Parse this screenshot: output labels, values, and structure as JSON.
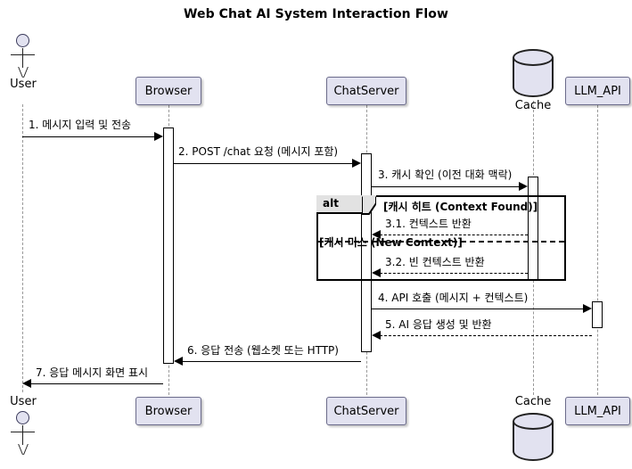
{
  "diagram": {
    "type": "sequence-diagram",
    "title": "Web Chat AI System Interaction Flow",
    "colors": {
      "participant_fill": "#E2E2F0",
      "participant_border": "#6A6A8A",
      "frame_border": "#000000",
      "alt_tab_fill": "#E2E2E2",
      "lifeline": "#999999",
      "background": "#FFFFFF"
    }
  },
  "participants": [
    {
      "id": "user",
      "label": "User",
      "shape": "actor"
    },
    {
      "id": "browser",
      "label": "Browser",
      "shape": "box"
    },
    {
      "id": "chatserver",
      "label": "ChatServer",
      "shape": "box"
    },
    {
      "id": "cache",
      "label": "Cache",
      "shape": "database"
    },
    {
      "id": "llm_api",
      "label": "LLM_API",
      "shape": "box"
    }
  ],
  "messages": [
    {
      "n": "1",
      "label": "1. 메시지 입력 및 전송",
      "from": "user",
      "to": "browser",
      "style": "solid"
    },
    {
      "n": "2",
      "label": "2. POST /chat 요청 (메시지 포함)",
      "from": "browser",
      "to": "chatserver",
      "style": "solid"
    },
    {
      "n": "3",
      "label": "3. 캐시 확인 (이전 대화 맥락)",
      "from": "chatserver",
      "to": "cache",
      "style": "solid"
    },
    {
      "n": "3.1",
      "label": "3.1. 컨텍스트 반환",
      "from": "cache",
      "to": "chatserver",
      "style": "dotted"
    },
    {
      "n": "3.2",
      "label": "3.2. 빈 컨텍스트 반환",
      "from": "cache",
      "to": "chatserver",
      "style": "dotted"
    },
    {
      "n": "4",
      "label": "4. API 호출 (메시지 + 컨텍스트)",
      "from": "chatserver",
      "to": "llm_api",
      "style": "solid"
    },
    {
      "n": "5",
      "label": "5. AI 응답 생성 및 반환",
      "from": "llm_api",
      "to": "chatserver",
      "style": "dotted"
    },
    {
      "n": "6",
      "label": "6. 응답 전송 (웹소켓 또는 HTTP)",
      "from": "chatserver",
      "to": "browser",
      "style": "solid"
    },
    {
      "n": "7",
      "label": "7. 응답 메시지 화면 표시",
      "from": "browser",
      "to": "user",
      "style": "solid"
    }
  ],
  "fragment": {
    "operator": "alt",
    "branches": [
      {
        "condition": "[캐시 히트 (Context Found)]"
      },
      {
        "condition": "[캐시 미스 (New Context)]"
      }
    ]
  }
}
